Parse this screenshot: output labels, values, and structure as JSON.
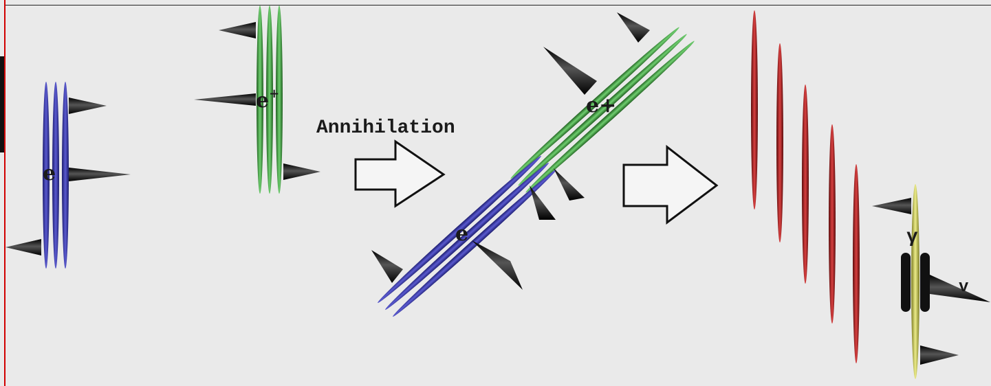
{
  "labels": {
    "electron": "e",
    "positron_base": "e",
    "positron_sup": "+",
    "positron_after": "e+",
    "process": "Annihilation",
    "gamma": "γ",
    "neutrino": "v"
  },
  "colors": {
    "background": "#eaeaea",
    "electron": "#3a3aa0",
    "positron": "#3d9a3d",
    "photon": "#b52525",
    "gamma": "#cfcf5a",
    "spike": "#111111",
    "frame_left": "#d10000"
  },
  "icons": {
    "arrow_1": "hollow-right-arrow",
    "arrow_2": "hollow-right-arrow"
  }
}
